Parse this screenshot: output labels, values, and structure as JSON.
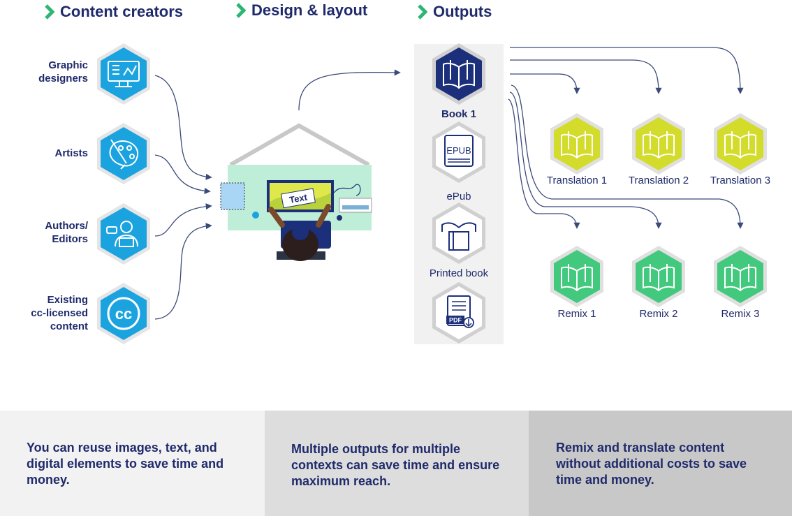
{
  "headings": {
    "creators": "Content creators",
    "design": "Design & layout",
    "outputs": "Outputs"
  },
  "creators": [
    {
      "label": "Graphic\ndesigners",
      "icon": "monitor-design-icon"
    },
    {
      "label": "Artists",
      "icon": "palette-brush-icon"
    },
    {
      "label": "Authors/\nEditors",
      "icon": "author-laptop-icon"
    },
    {
      "label": "Existing\ncc-licensed\ncontent",
      "icon": "cc-license-icon"
    }
  ],
  "design": {
    "illustration_text": "Text",
    "icon": "designer-at-board-icon"
  },
  "outputs": [
    {
      "label": "Book 1",
      "icon": "open-book-icon"
    },
    {
      "label": "ePub",
      "icon": "epub-icon",
      "icon_text": "EPUB"
    },
    {
      "label": "Printed book",
      "icon": "printed-book-icon"
    },
    {
      "label": "",
      "icon": "pdf-download-icon",
      "icon_text": "PDF"
    }
  ],
  "translations": [
    "Translation 1",
    "Translation 2",
    "Translation 3"
  ],
  "remixes": [
    "Remix 1",
    "Remix 2",
    "Remix 3"
  ],
  "bottom": [
    "You can reuse images, text, and digital elements to save time and money.",
    "Multiple outputs for multiple contexts can save time and ensure maximum reach.",
    "Remix and translate content without additional costs to save time and money."
  ],
  "colors": {
    "navy": "#1f2a6b",
    "creator_blue": "#1ba3e0",
    "book_navy": "#1c2f7a",
    "translation_lime": "#d3db2b",
    "remix_green": "#43c97e",
    "chevron_green": "#2bb673",
    "bottom_1": "#f2f2f2",
    "bottom_2": "#dddddd",
    "bottom_3": "#c8c8c8"
  }
}
